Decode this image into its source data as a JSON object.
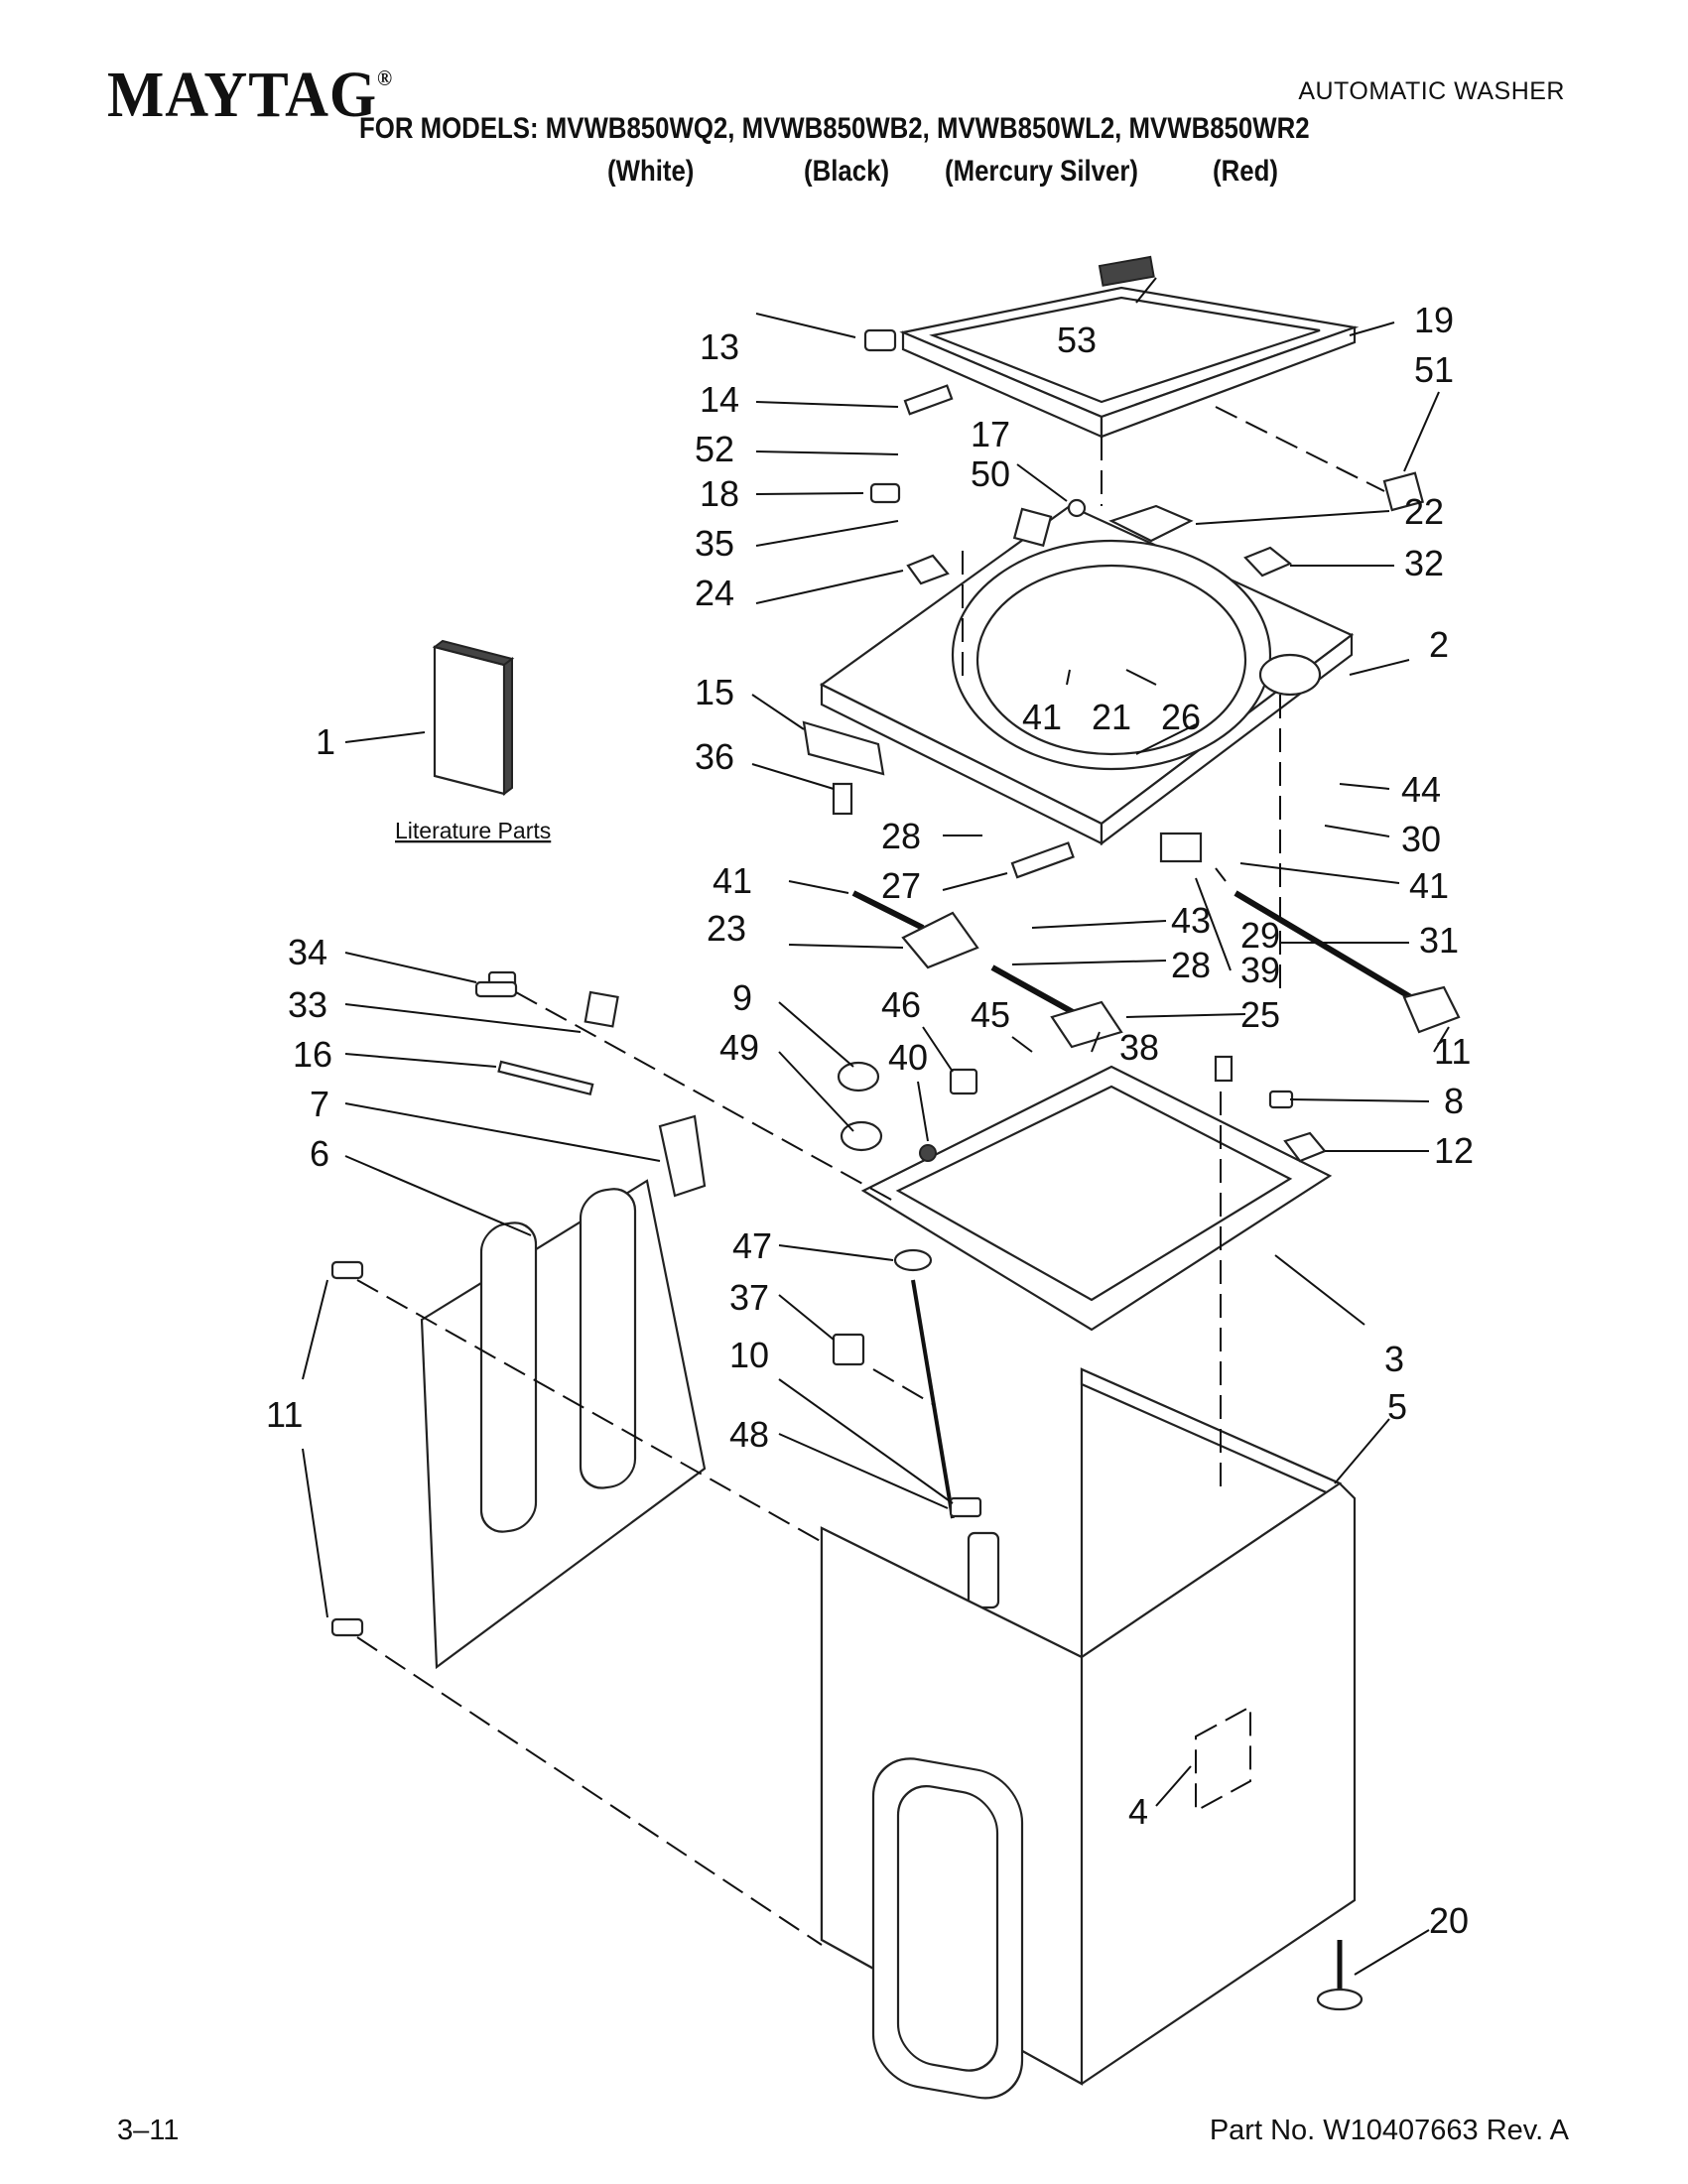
{
  "header": {
    "brand": "MAYTAG",
    "doc_type": "AUTOMATIC WASHER",
    "models_line": "FOR MODELS: MVWB850WQ2, MVWB850WB2, MVWB850WL2, MVWB850WR2",
    "colors": [
      "(White)",
      "(Black)",
      "(Mercury Silver)",
      "(Red)"
    ]
  },
  "diagram": {
    "literature_label": "Literature Parts",
    "callouts": [
      {
        "id": "c13",
        "label": "13"
      },
      {
        "id": "c14",
        "label": "14"
      },
      {
        "id": "c52",
        "label": "52"
      },
      {
        "id": "c17",
        "label": "17"
      },
      {
        "id": "c50",
        "label": "50"
      },
      {
        "id": "c18",
        "label": "18"
      },
      {
        "id": "c35",
        "label": "35"
      },
      {
        "id": "c24",
        "label": "24"
      },
      {
        "id": "c53",
        "label": "53"
      },
      {
        "id": "c19",
        "label": "19"
      },
      {
        "id": "c51",
        "label": "51"
      },
      {
        "id": "c22",
        "label": "22"
      },
      {
        "id": "c32",
        "label": "32"
      },
      {
        "id": "c2",
        "label": "2"
      },
      {
        "id": "c15",
        "label": "15"
      },
      {
        "id": "c41a",
        "label": "41"
      },
      {
        "id": "c21",
        "label": "21"
      },
      {
        "id": "c26",
        "label": "26"
      },
      {
        "id": "c1",
        "label": "1"
      },
      {
        "id": "c36",
        "label": "36"
      },
      {
        "id": "c44",
        "label": "44"
      },
      {
        "id": "c30",
        "label": "30"
      },
      {
        "id": "c28a",
        "label": "28"
      },
      {
        "id": "c41b",
        "label": "41"
      },
      {
        "id": "c27",
        "label": "27"
      },
      {
        "id": "c41c",
        "label": "41"
      },
      {
        "id": "c43",
        "label": "43"
      },
      {
        "id": "c29",
        "label": "29"
      },
      {
        "id": "c31",
        "label": "31"
      },
      {
        "id": "c23",
        "label": "23"
      },
      {
        "id": "c39",
        "label": "39"
      },
      {
        "id": "c34",
        "label": "34"
      },
      {
        "id": "c28b",
        "label": "28"
      },
      {
        "id": "c9",
        "label": "9"
      },
      {
        "id": "c46",
        "label": "46"
      },
      {
        "id": "c45",
        "label": "45"
      },
      {
        "id": "c25",
        "label": "25"
      },
      {
        "id": "c33",
        "label": "33"
      },
      {
        "id": "c49",
        "label": "49"
      },
      {
        "id": "c40",
        "label": "40"
      },
      {
        "id": "c38",
        "label": "38"
      },
      {
        "id": "c11a",
        "label": "11"
      },
      {
        "id": "c16",
        "label": "16"
      },
      {
        "id": "c8",
        "label": "8"
      },
      {
        "id": "c7",
        "label": "7"
      },
      {
        "id": "c12",
        "label": "12"
      },
      {
        "id": "c6",
        "label": "6"
      },
      {
        "id": "c47",
        "label": "47"
      },
      {
        "id": "c37",
        "label": "37"
      },
      {
        "id": "c3",
        "label": "3"
      },
      {
        "id": "c10",
        "label": "10"
      },
      {
        "id": "c5",
        "label": "5"
      },
      {
        "id": "c11b",
        "label": "11"
      },
      {
        "id": "c48",
        "label": "48"
      },
      {
        "id": "c4",
        "label": "4"
      },
      {
        "id": "c20",
        "label": "20"
      }
    ]
  },
  "footer": {
    "page": "3–11",
    "part_no": "Part No. W10407663 Rev. A"
  }
}
